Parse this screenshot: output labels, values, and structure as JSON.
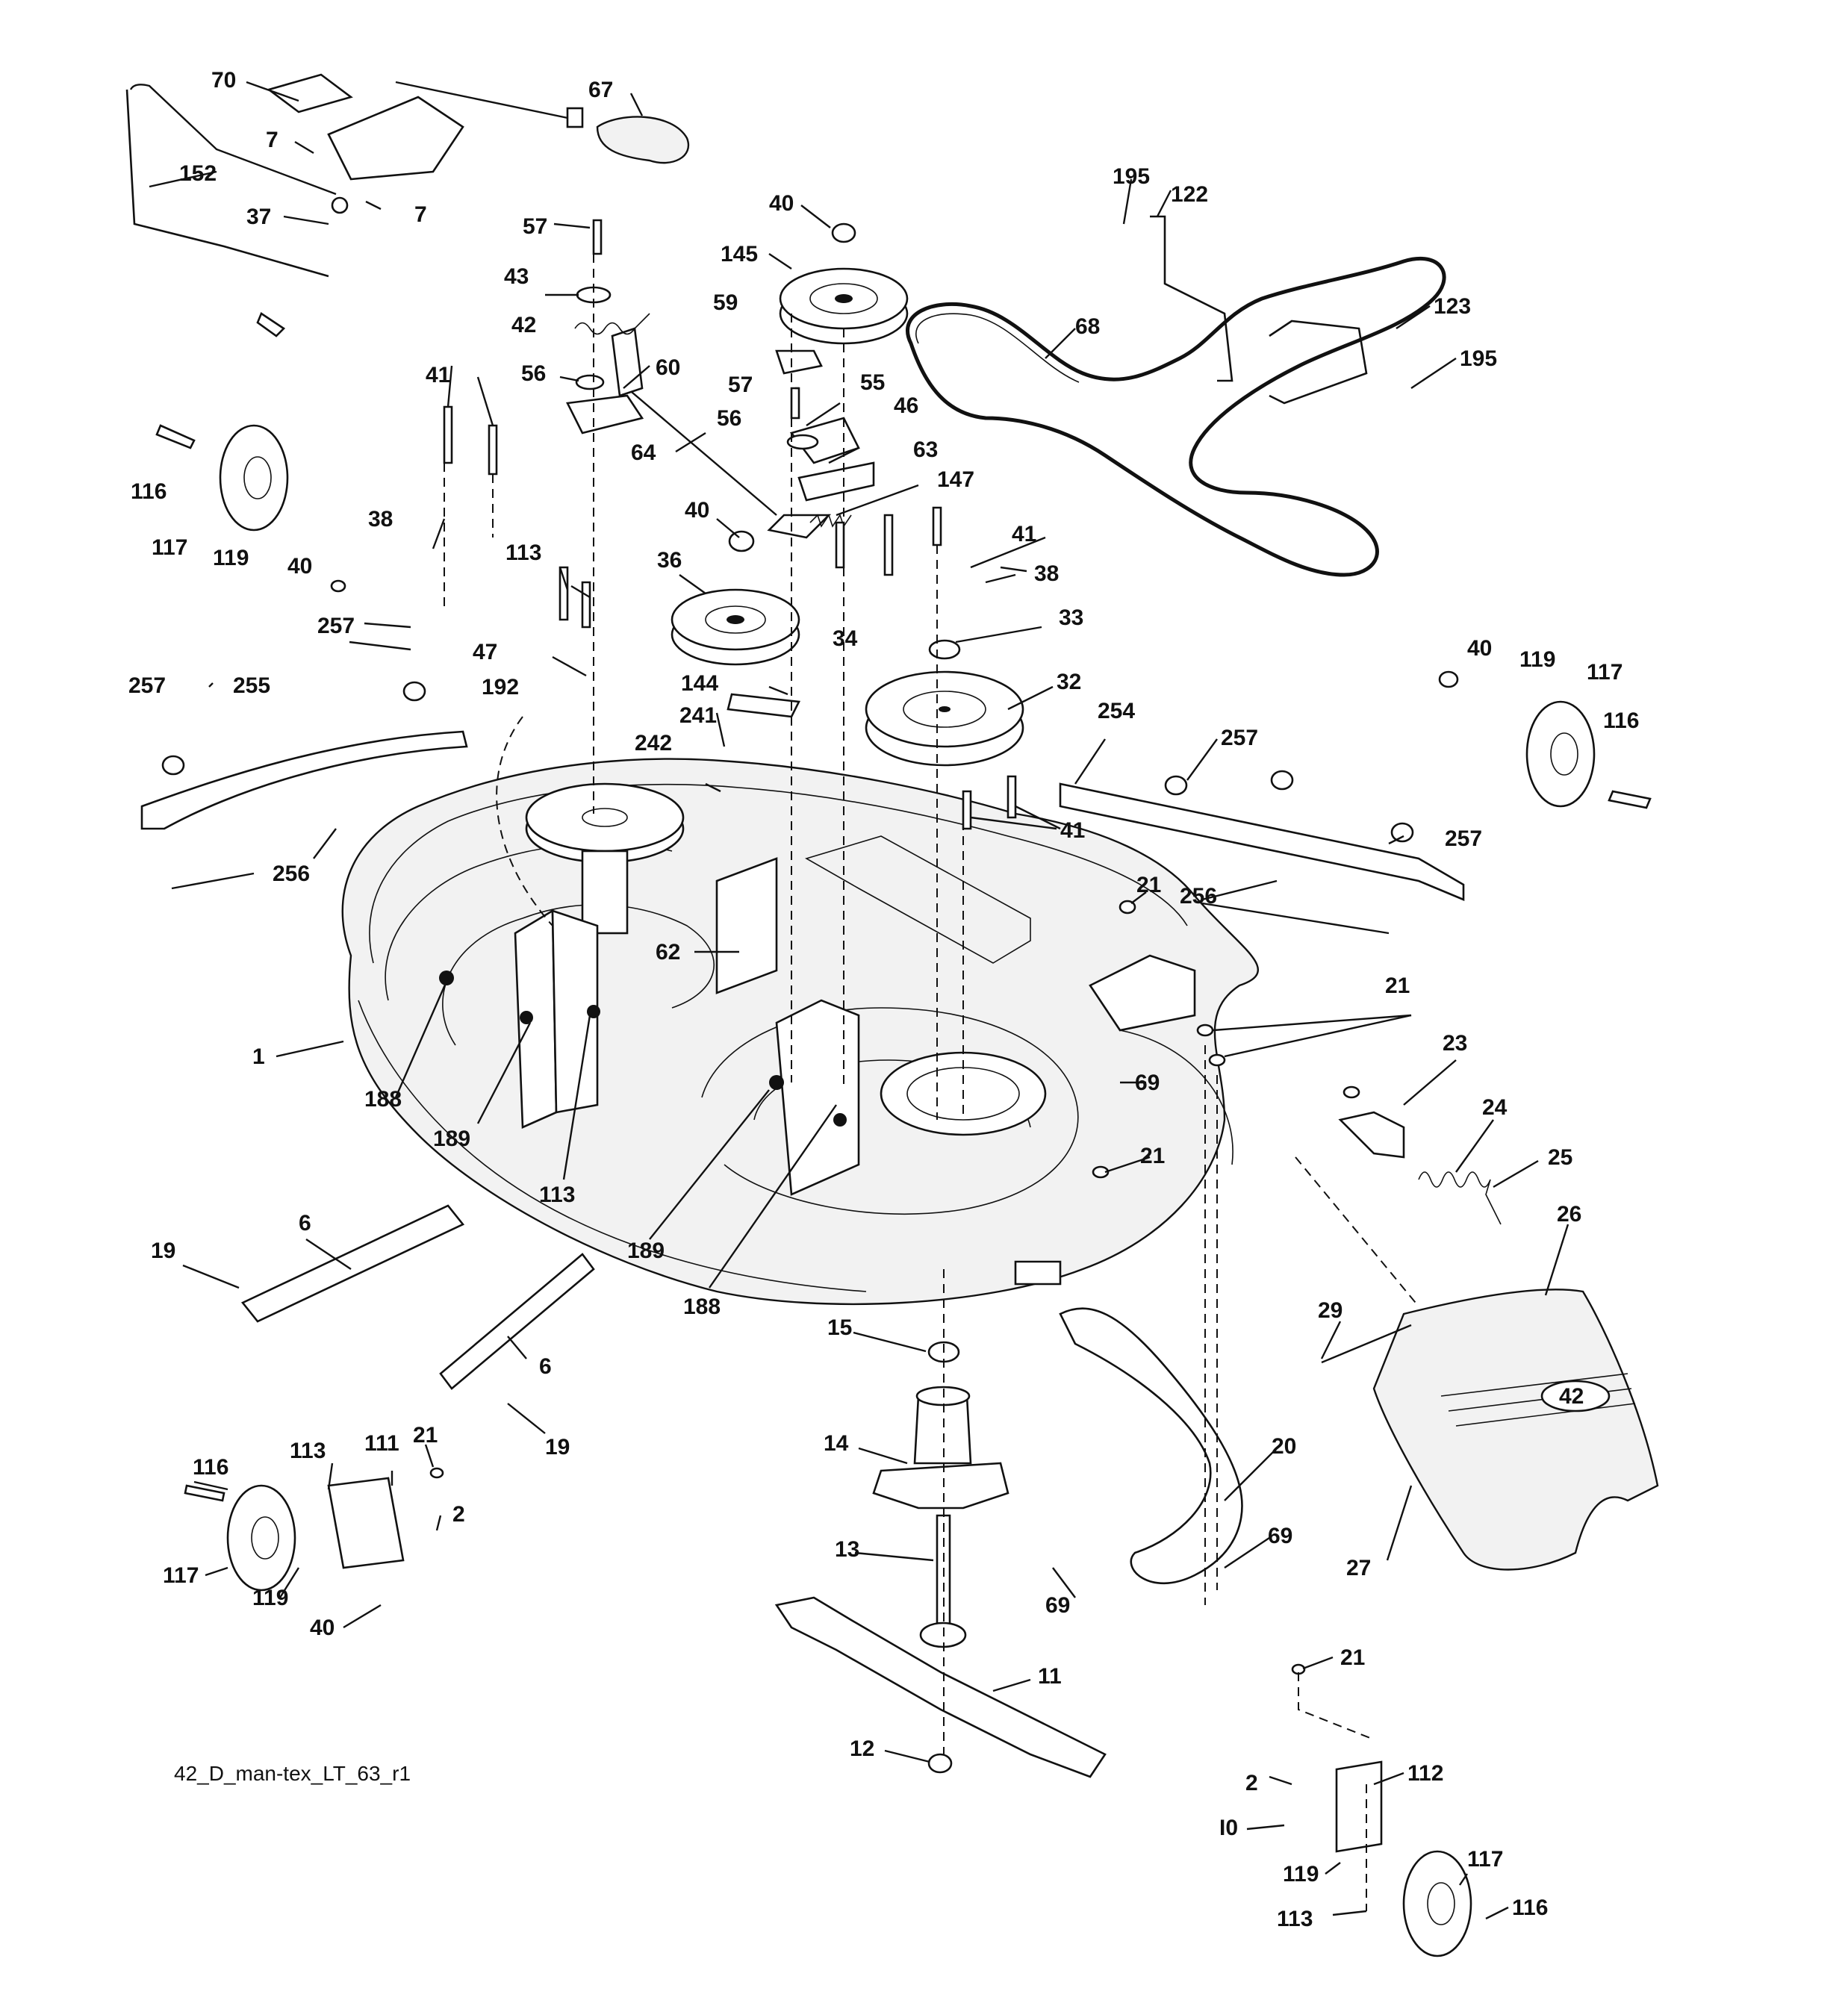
{
  "caption": "42_D_man-tex_LT_63_r1",
  "deck_badge": "42",
  "labels": {
    "l70": "70",
    "l67": "67",
    "l7a": "7",
    "l7b": "7",
    "l152": "152",
    "l37": "37",
    "l195a": "195",
    "l122": "122",
    "l40a": "40",
    "l57a": "57",
    "l145": "145",
    "l43": "43",
    "l59": "59",
    "l68": "68",
    "l123": "123",
    "l195b": "195",
    "l42": "42",
    "l60": "60",
    "l56a": "56",
    "l41a": "41",
    "l57b": "57",
    "l55": "55",
    "l46": "46",
    "l56b": "56",
    "l116a": "116",
    "l64": "64",
    "l63": "63",
    "l147": "147",
    "l38a": "38",
    "l40b": "40",
    "l41b": "41",
    "l117a": "117",
    "l119a": "119",
    "l40c": "40",
    "l113a": "113",
    "l36": "36",
    "l38b": "38",
    "l34": "34",
    "l33": "33",
    "l257a": "257",
    "l47": "47",
    "l192": "192",
    "l40d": "40",
    "l119b": "119",
    "l117b": "117",
    "l257b": "257",
    "l255": "255",
    "l144": "144",
    "l32": "32",
    "l241": "241",
    "l116b": "116",
    "l254": "254",
    "l242": "242",
    "l257c": "257",
    "l41c": "41",
    "l257d": "257",
    "l256a": "256",
    "l21a": "21",
    "l256b": "256",
    "l62": "62",
    "l21b": "21",
    "l1": "1",
    "l23": "23",
    "l69a": "69",
    "l188a": "188",
    "l189a": "189",
    "l24": "24",
    "l21c": "21",
    "l25": "25",
    "l113b": "113",
    "l189b": "189",
    "l26": "26",
    "l6a": "6",
    "l19a": "19",
    "l188b": "188",
    "l29": "29",
    "l15": "15",
    "l6b": "6",
    "l19b": "19",
    "l14": "14",
    "l20": "20",
    "l116c": "116",
    "l113c": "113",
    "l111": "111",
    "l21d": "21",
    "l2a": "2",
    "l69b": "69",
    "l27": "27",
    "l13": "13",
    "l69c": "69",
    "l117c": "117",
    "l119c": "119",
    "l40e": "40",
    "l11": "11",
    "l21e": "21",
    "l12": "12",
    "l112": "112",
    "l2b": "2",
    "l10": "I0",
    "l119d": "119",
    "l117d": "117",
    "l116d": "116",
    "l113d": "113"
  }
}
